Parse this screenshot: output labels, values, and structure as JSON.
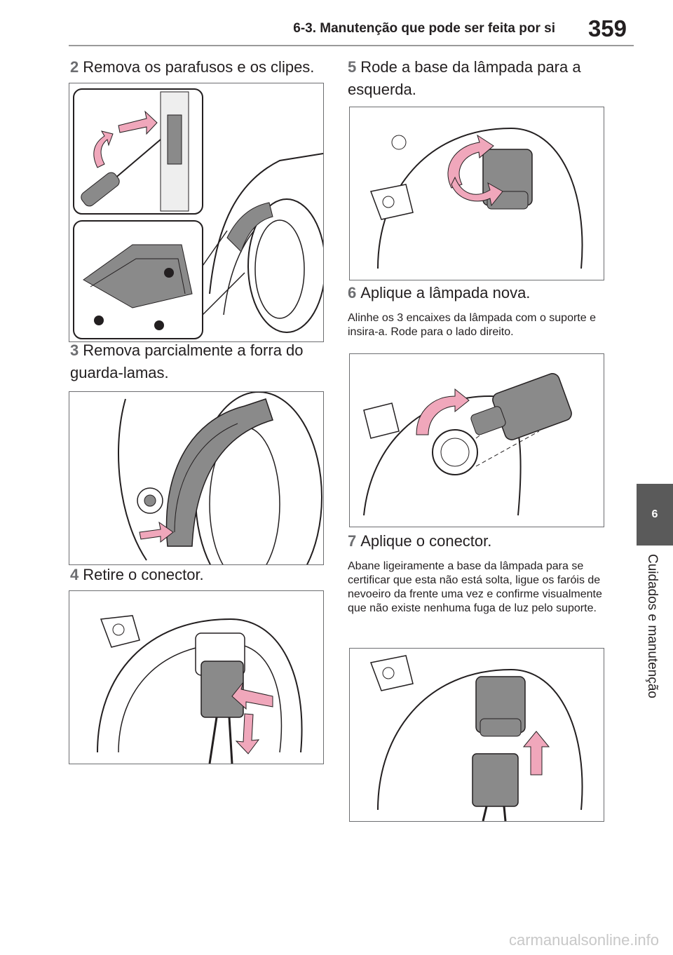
{
  "header": {
    "section_title": "6-3. Manutenção que pode ser feita por si",
    "page_number": "359"
  },
  "side_tab": {
    "chapter_number": "6",
    "chapter_title": "Cuidados e manutenção"
  },
  "steps": [
    {
      "num": "2",
      "text": "Remova os parafusos e os clipes."
    },
    {
      "num": "3",
      "text": "Remova parcialmente a forra do guarda-lamas."
    },
    {
      "num": "4",
      "text": "Retire o conector."
    },
    {
      "num": "5",
      "text": "Rode a base da lâmpada para a esquerda."
    },
    {
      "num": "6",
      "text": "Aplique a lâmpada nova.",
      "note": "Alinhe os 3 encaixes da lâmpada com o suporte e insira-a. Rode para o lado direito."
    },
    {
      "num": "7",
      "text": "Aplique o conector.",
      "note": "Abane ligeiramente a base da lâmpada para se certificar que esta não está solta, ligue os faróis de nevoeiro da frente uma vez e confirme visualmente que não existe nenhuma fuga de luz pelo suporte."
    }
  ],
  "colors": {
    "arrow_pink": "#f0a7bb",
    "arrow_stroke": "#231f20",
    "part_gray": "#8a8a8a",
    "tab_gray": "#5a5a5a"
  },
  "footer": {
    "watermark": "carmanualsonline.info"
  }
}
